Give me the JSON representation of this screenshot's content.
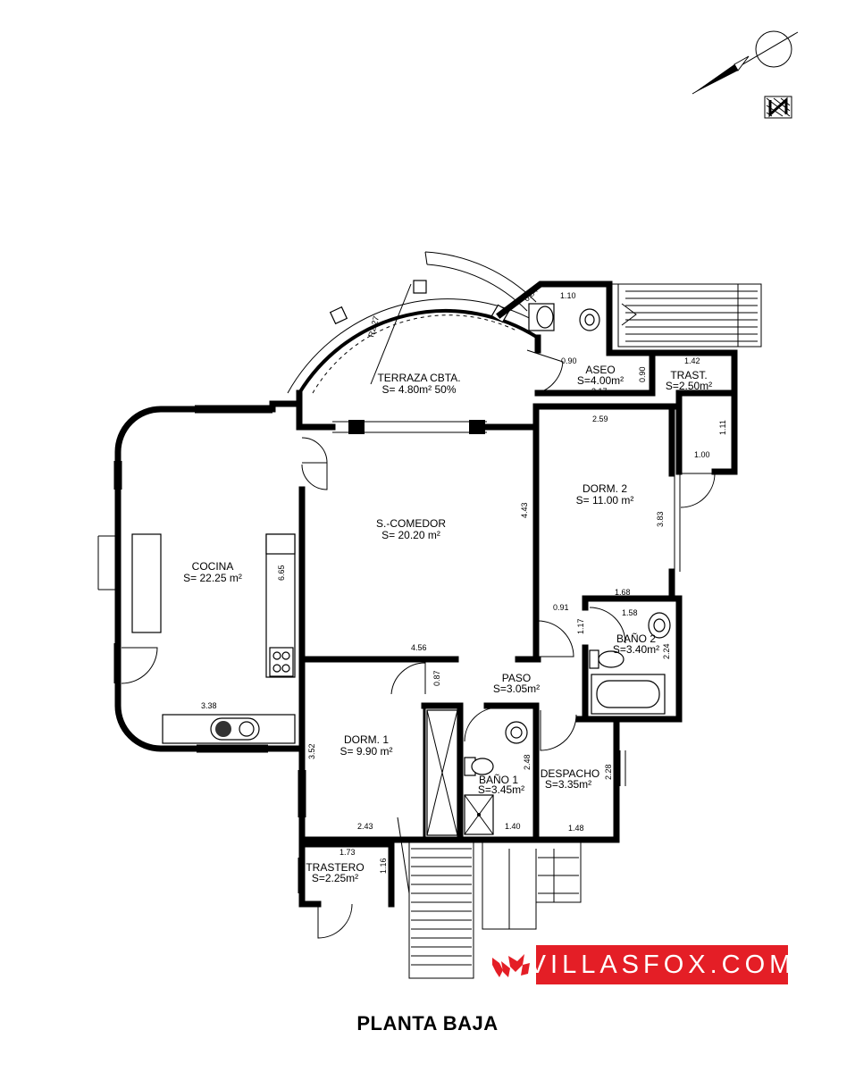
{
  "title": "PLANTA BAJA",
  "brand": {
    "name": "VILLASFOX.COM",
    "color": "#e41e26"
  },
  "compass": {
    "icon": "north-arrow-icon"
  },
  "rooms": [
    {
      "id": "terraza",
      "name": "TERRAZA CBTA.",
      "area": "S= 4.80m² 50%"
    },
    {
      "id": "aseo",
      "name": "ASEO",
      "area": "S=4.00m²"
    },
    {
      "id": "trast",
      "name": "TRAST.",
      "area": "S=2.50m²"
    },
    {
      "id": "cocina",
      "name": "COCINA",
      "area": "S= 22.25 m²"
    },
    {
      "id": "comedor",
      "name": "S.-COMEDOR",
      "area": "S= 20.20 m²"
    },
    {
      "id": "dorm2",
      "name": "DORM. 2",
      "area": "S= 11.00 m²"
    },
    {
      "id": "bano2",
      "name": "BAÑO 2",
      "area": "S=3.40m²"
    },
    {
      "id": "paso",
      "name": "PASO",
      "area": "S=3.05m²"
    },
    {
      "id": "dorm1",
      "name": "DORM. 1",
      "area": "S= 9.90 m²"
    },
    {
      "id": "bano1",
      "name": "BAÑO 1",
      "area": "S=3.45m²"
    },
    {
      "id": "despacho",
      "name": "DESPACHO",
      "area": "S=3.35m²"
    },
    {
      "id": "trastero",
      "name": "TRASTERO",
      "area": "S=2.25m²"
    }
  ],
  "dimensions": {
    "radius": "R2.27",
    "d084": "0.84",
    "d110": "1.10",
    "d090a": "0.90",
    "d090b": "0.90",
    "d217": "2.17",
    "d142": "1.42",
    "d111": "1.11",
    "d100": "1.00",
    "d259": "2.59",
    "d443": "4.43",
    "d383": "3.83",
    "d665": "6.65",
    "d168": "1.68",
    "d091": "0.91",
    "d158": "1.58",
    "d117": "1.17",
    "d224": "2.24",
    "d456": "4.56",
    "d087": "0.87",
    "d338": "3.38",
    "d352": "3.52",
    "d248": "2.48",
    "d228": "2.28",
    "d243": "2.43",
    "d140": "1.40",
    "d148": "1.48",
    "d173": "1.73",
    "d116": "1.16"
  }
}
